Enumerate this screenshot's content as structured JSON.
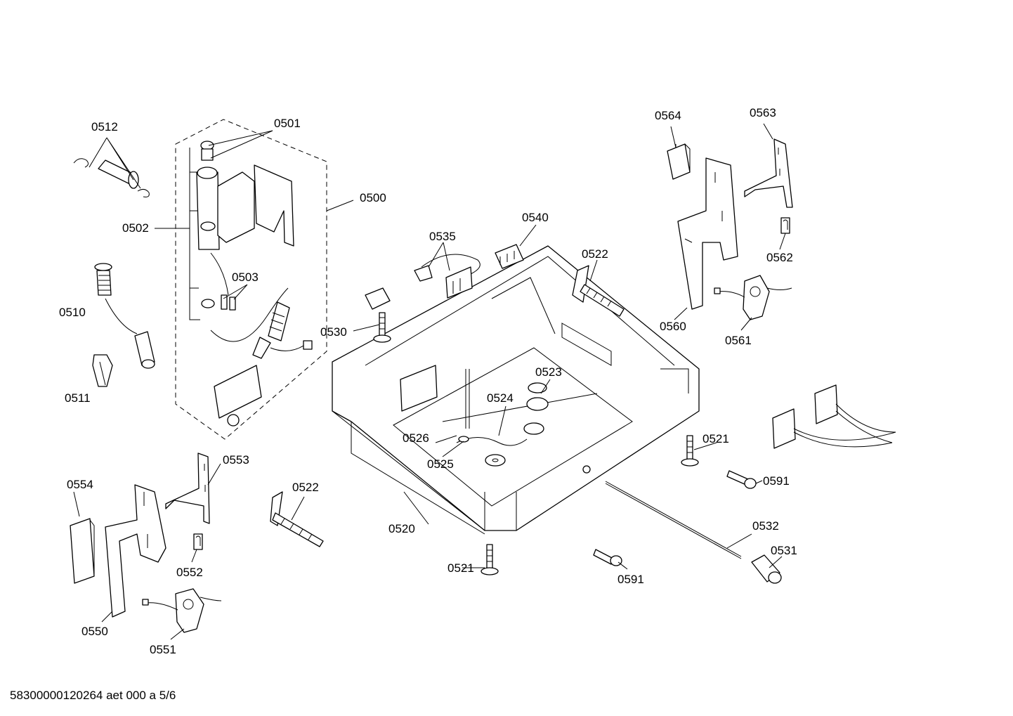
{
  "callouts": {
    "c0500": "0500",
    "c0501": "0501",
    "c0502": "0502",
    "c0503": "0503",
    "c0510": "0510",
    "c0511": "0511",
    "c0512": "0512",
    "c0520": "0520",
    "c0521a": "0521",
    "c0521b": "0521",
    "c0522a": "0522",
    "c0522b": "0522",
    "c0523": "0523",
    "c0524": "0524",
    "c0525": "0525",
    "c0526": "0526",
    "c0530": "0530",
    "c0531": "0531",
    "c0532": "0532",
    "c0535": "0535",
    "c0540": "0540",
    "c0550": "0550",
    "c0551": "0551",
    "c0552": "0552",
    "c0553": "0553",
    "c0554": "0554",
    "c0560": "0560",
    "c0561": "0561",
    "c0562": "0562",
    "c0563": "0563",
    "c0564": "0564",
    "c0591a": "0591",
    "c0591b": "0591"
  },
  "footer": "58300000120264 aet 000 a 5/6"
}
